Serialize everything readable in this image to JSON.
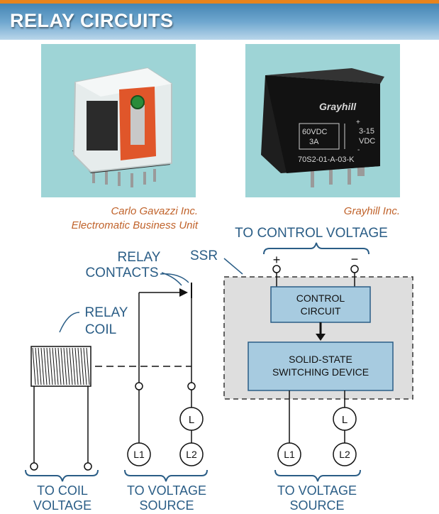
{
  "header": {
    "title": "RELAY CIRCUITS"
  },
  "photos": {
    "left": {
      "credit_line1": "Carlo Gavazzi Inc.",
      "credit_line2": "Electromatic Business Unit"
    },
    "right": {
      "credit": "Grayhill Inc.",
      "brand": "Grayhill",
      "marking_60vdc": "60VDC",
      "marking_3a": "3A",
      "marking_range": "3-15",
      "marking_vdc": "VDC",
      "marking_plus": "+",
      "marking_minus": "-",
      "part_number": "70S2-01-A-03-K"
    }
  },
  "diagram": {
    "top_label": "TO CONTROL VOLTAGE",
    "plus": "+",
    "minus": "−",
    "ssr": "SSR",
    "relay_contacts_line1": "RELAY",
    "relay_contacts_line2": "CONTACTS",
    "relay_coil_line1": "RELAY",
    "relay_coil_line2": "COIL",
    "control_circuit_line1": "CONTROL",
    "control_circuit_line2": "CIRCUIT",
    "switching_line1": "SOLID-STATE",
    "switching_line2": "SWITCHING DEVICE",
    "load": "L",
    "l1": "L1",
    "l2": "L2",
    "bottom_coil_line1": "TO COIL",
    "bottom_coil_line2": "VOLTAGE",
    "bottom_source_line1": "TO VOLTAGE",
    "bottom_source_line2": "SOURCE",
    "bottom_source2_line1": "TO VOLTAGE",
    "bottom_source2_line2": "SOURCE"
  }
}
